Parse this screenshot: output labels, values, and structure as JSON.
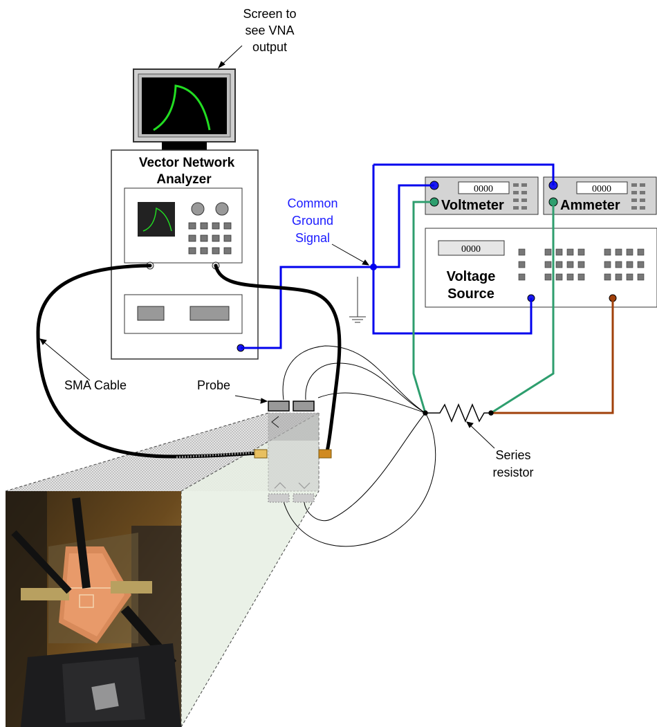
{
  "labels": {
    "screen_caption": [
      "Screen to",
      "see VNA",
      "output"
    ],
    "vna_title": [
      "Vector Network",
      "Analyzer"
    ],
    "common_ground": [
      "Common",
      "Ground",
      "Signal"
    ],
    "voltmeter": "Voltmeter",
    "ammeter": "Ammeter",
    "voltage_source": [
      "Voltage",
      "Source"
    ],
    "sma_cable": "SMA Cable",
    "probe": "Probe",
    "series_resistor": [
      "Series",
      "resistor"
    ]
  },
  "displays": {
    "voltmeter": "0000",
    "ammeter": "0000",
    "voltage_source": "0000"
  },
  "colors": {
    "ground_wire": "#0000ee",
    "meter_wire": "#2e9e6e",
    "source_wire": "#a0400a",
    "trace": "#22dd22",
    "panel": "#d4d4d4"
  }
}
